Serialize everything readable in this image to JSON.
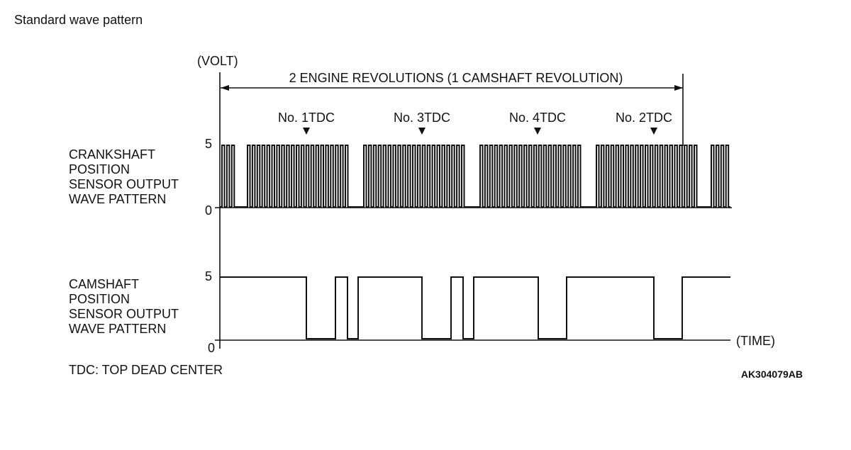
{
  "page_title": "Standard wave pattern",
  "volt_label": "(VOLT)",
  "time_label": "(TIME)",
  "revolution_label": "2 ENGINE REVOLUTIONS (1 CAMSHAFT REVOLUTION)",
  "tdc_markers": [
    {
      "label": "No. 1TDC"
    },
    {
      "label": "No. 3TDC"
    },
    {
      "label": "No. 4TDC"
    },
    {
      "label": "No. 2TDC"
    }
  ],
  "crank": {
    "label_lines": [
      "CRANKSHAFT",
      "POSITION",
      "SENSOR OUTPUT",
      "WAVE PATTERN"
    ],
    "high_value": "5",
    "low_value": "0"
  },
  "cam": {
    "label_lines": [
      "CAMSHAFT",
      "POSITION",
      "SENSOR OUTPUT",
      "WAVE PATTERN"
    ],
    "high_value": "5",
    "low_value": "0"
  },
  "footnote": "TDC: TOP DEAD CENTER",
  "figure_id": "AK304079AB"
}
